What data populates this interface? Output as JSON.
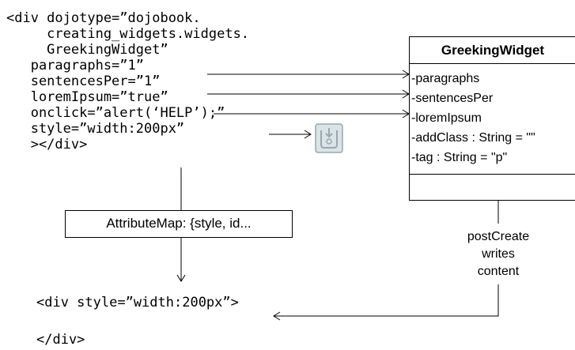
{
  "markup": {
    "lines": [
      "<div dojotype=”dojobook.",
      "     creating_widgets.widgets.",
      "     GreekingWidget”",
      "   paragraphs=”1”",
      "   sentencesPer=”1”",
      "   loremIpsum=”true”",
      "   onclick=”alert(‘HELP’);”",
      "   style=”width:200px”",
      "   ></div>"
    ]
  },
  "output": {
    "open_tag": "<div style=”width:200px”>",
    "close_tag": "</div>"
  },
  "uml_class": {
    "name": "GreekingWidget",
    "attributes": [
      "-paragraphs",
      "-sentencesPer",
      "-loremIpsum",
      "-addClass : String = \"\"",
      "-tag : String = \"p\""
    ]
  },
  "attribute_map": {
    "label": "AttributeMap: {style, id..."
  },
  "post_create": {
    "lines": [
      "postCreate",
      "writes",
      "content"
    ]
  },
  "icons": {
    "onclick": "click-action-icon"
  },
  "colors": {
    "icon_fill": "#d8e4e6",
    "icon_stroke": "#9aa8ab",
    "lines": "#000000"
  }
}
